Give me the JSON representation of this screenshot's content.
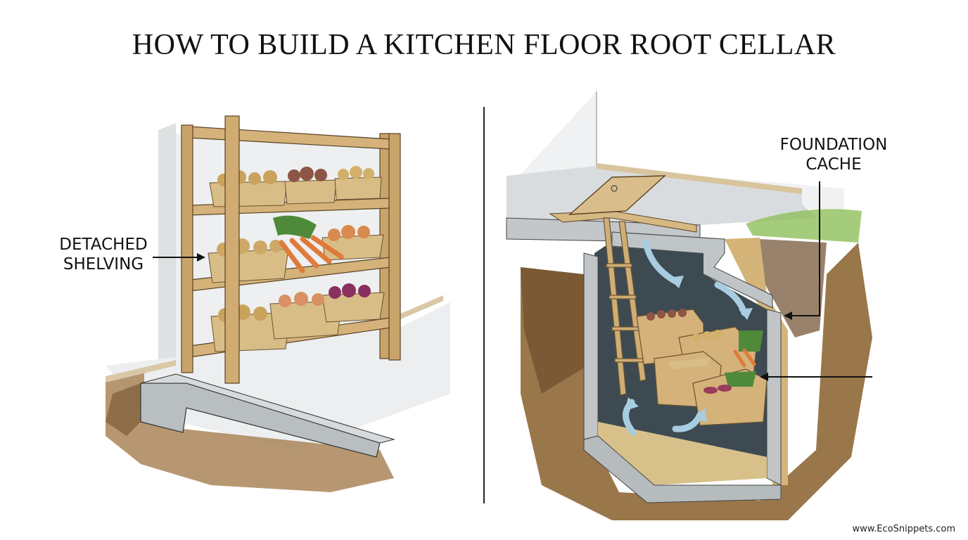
{
  "title": "HOW TO BUILD A KITCHEN FLOOR ROOT CELLAR",
  "left_panel": {
    "label_line1": "DETACHED",
    "label_line2": "SHELVING",
    "scene": "wooden shelving unit with wicker baskets of potatoes, onions, carrots and beets on a concrete slab floor"
  },
  "right_panel": {
    "label_line1": "FOUNDATION",
    "label_line2": "CACHE",
    "scene": "cutaway of a hatch-accessed concrete cellar below the floor with ladder, wooden crates of produce and airflow arrows"
  },
  "watermark": "www.EcoSnippets.com",
  "colors": {
    "wood": "#c9a46a",
    "wood_dark": "#8a6a3a",
    "concrete": "#bfc4c7",
    "soil": "#8b6a45",
    "cellar_dark": "#3d4a52",
    "air_arrow": "#a8cde0",
    "carrot": "#e07a3a",
    "greens": "#4e8a3a",
    "beet": "#8a3060"
  }
}
